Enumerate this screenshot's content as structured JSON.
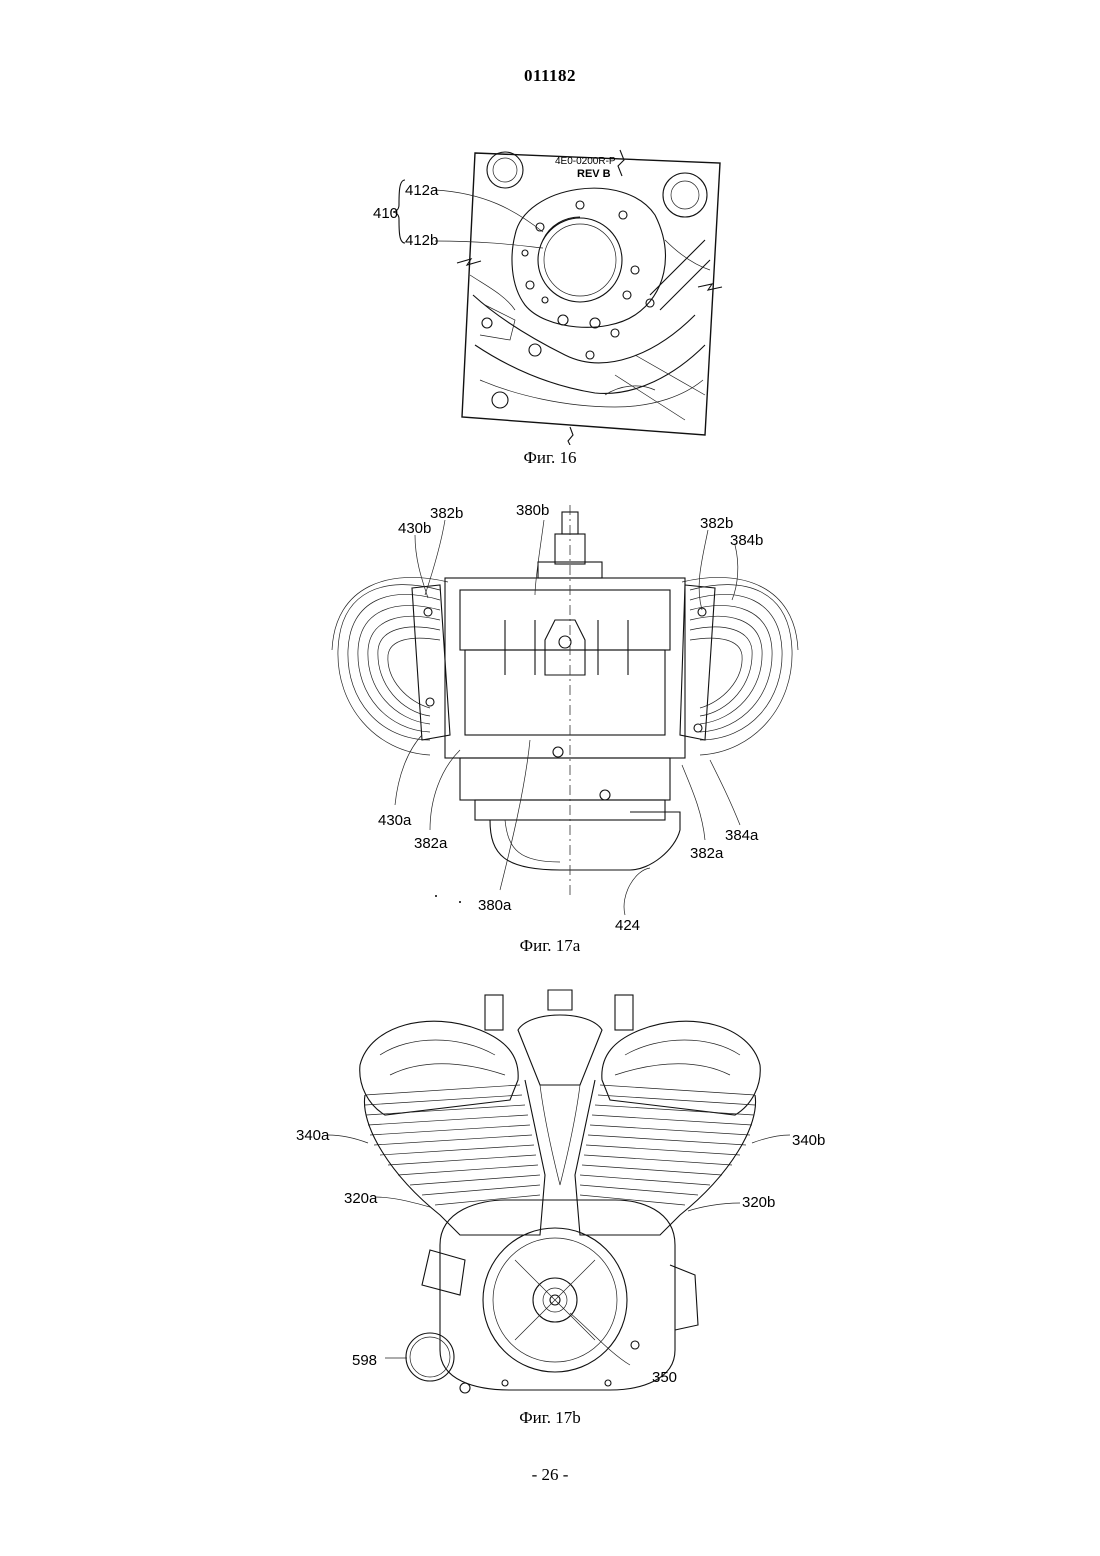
{
  "document": {
    "number": "011182",
    "page_number": "- 26 -"
  },
  "figures": [
    {
      "caption": "Фиг. 16",
      "labels": {
        "group": "410",
        "upper": "412a",
        "lower": "412b"
      },
      "drawing_text": [
        "REV B"
      ]
    },
    {
      "caption": "Фиг. 17a",
      "labels": [
        "380b",
        "382b",
        "430b",
        "382b",
        "384b",
        "430a",
        "382a",
        "380a",
        "424",
        "382a",
        "384a"
      ]
    },
    {
      "caption": "Фиг. 17b",
      "labels": [
        "340a",
        "340b",
        "320a",
        "320b",
        "598",
        "350"
      ]
    }
  ]
}
